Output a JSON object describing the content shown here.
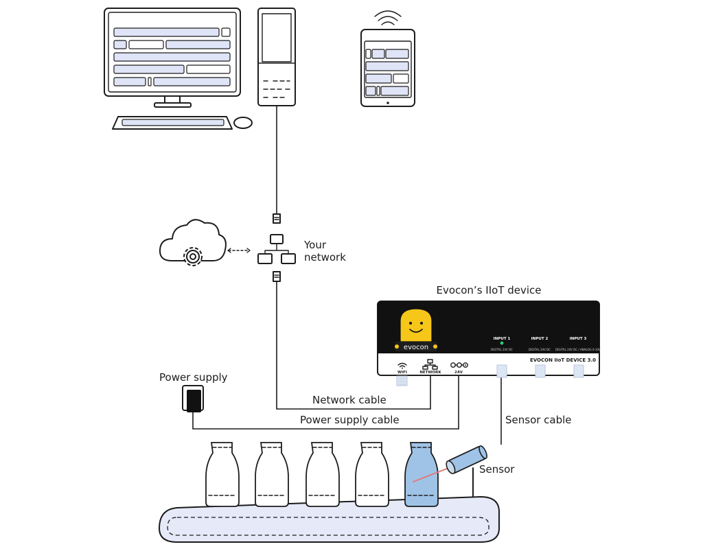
{
  "labels": {
    "your_network": [
      "Your",
      "network"
    ],
    "iiot_device": "Evocon’s IIoT device",
    "power_supply": "Power supply",
    "network_cable": "Network cable",
    "power_supply_cable": "Power supply cable",
    "sensor_cable": "Sensor cable",
    "sensor": "Sensor"
  },
  "device": {
    "brand": "evocon",
    "model": "EVOCON IIoT DEVICE 3.0",
    "inputs": [
      {
        "name": "INPUT 1",
        "spec": "DIGITAL 24V DC",
        "status_led": true
      },
      {
        "name": "INPUT 2",
        "spec": "DIGITAL 24V DC",
        "status_led": false
      },
      {
        "name": "INPUT 3",
        "spec": "DIGITAL 24V DC / ANALOG 0-10V",
        "status_led": false
      }
    ],
    "ports": [
      {
        "name": "WIFI",
        "icon": "wifi-icon"
      },
      {
        "name": "NETWORK",
        "icon": "network-icon"
      },
      {
        "name": "24V",
        "icon": "dc-power-icon"
      }
    ]
  },
  "colors": {
    "outline": "#1c1c1c",
    "screen_bars": "#dfe4f7",
    "device_body": "#111111",
    "mascot": "#f6c619",
    "status_led": "#2ecc71",
    "bottle_highlight": "#9fc3e6",
    "conveyor": "#e6e9f8",
    "sensor_beam": "#e07a7a"
  }
}
